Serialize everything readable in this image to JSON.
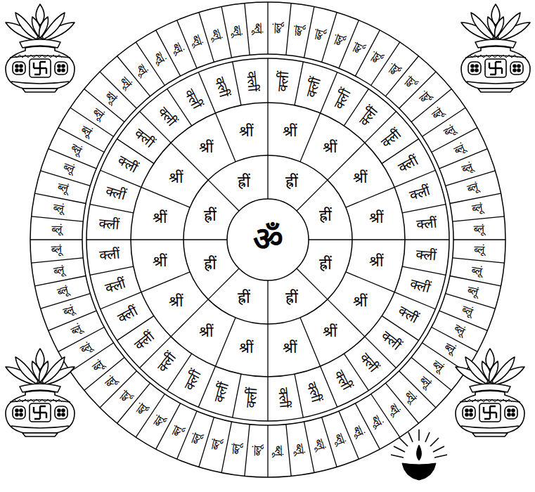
{
  "diagram": {
    "nodes": [
      {
        "text": [
          "ॐ"
        ]
      },
      {
        "text": [
          "ह्रीं"
        ]
      },
      {
        "text": [
          "ह्रीं"
        ]
      },
      {
        "text": [
          "ह्रीं"
        ]
      },
      {
        "text": [
          "ह्रीं"
        ]
      },
      {
        "text": [
          "ह्रीं"
        ]
      },
      {
        "text": [
          "ह्रीं"
        ]
      },
      {
        "text": [
          "ह्रीं"
        ]
      },
      {
        "text": [
          "ह्रीं"
        ]
      },
      {
        "text": [
          "श्रीं"
        ]
      },
      {
        "text": [
          "श्रीं"
        ]
      },
      {
        "text": [
          "श्रीं"
        ]
      },
      {
        "text": [
          "श्रीं"
        ]
      },
      {
        "text": [
          "श्रीं"
        ]
      },
      {
        "text": [
          "श्रीं"
        ]
      },
      {
        "text": [
          "श्रीं"
        ]
      },
      {
        "text": [
          "श्रीं"
        ]
      },
      {
        "text": [
          "श्रीं"
        ]
      },
      {
        "text": [
          "श्रीं"
        ]
      },
      {
        "text": [
          "श्रीं"
        ]
      },
      {
        "text": [
          "श्रीं"
        ]
      },
      {
        "text": [
          "श्रीं"
        ]
      },
      {
        "text": [
          "श्रीं"
        ]
      },
      {
        "text": [
          "श्रीं"
        ]
      },
      {
        "text": [
          "श्रीं"
        ]
      },
      {
        "text": [
          "क्लीं"
        ]
      },
      {
        "text": [
          "क्लीं"
        ]
      },
      {
        "text": [
          "क्लीं"
        ]
      },
      {
        "text": [
          "क्लीं"
        ]
      },
      {
        "text": [
          "क्लीं"
        ]
      },
      {
        "text": [
          "क्लीं"
        ]
      },
      {
        "text": [
          "क्लीं"
        ]
      },
      {
        "text": [
          "क्लीं"
        ]
      },
      {
        "text": [
          "क्लीं"
        ]
      },
      {
        "text": [
          "क्लीं"
        ]
      },
      {
        "text": [
          "क्लीं"
        ]
      },
      {
        "text": [
          "क्लीं"
        ]
      },
      {
        "text": [
          "क्लीं"
        ]
      },
      {
        "text": [
          "क्लीं"
        ]
      },
      {
        "text": [
          "क्लीं"
        ]
      },
      {
        "text": [
          "क्लीं"
        ]
      },
      {
        "text": [
          "क्लीं"
        ]
      },
      {
        "text": [
          "क्लीं"
        ]
      },
      {
        "text": [
          "क्लीं"
        ]
      },
      {
        "text": [
          "क्लीं"
        ]
      },
      {
        "text": [
          "क्लीं"
        ]
      },
      {
        "text": [
          "क्लीं"
        ]
      },
      {
        "text": [
          "क्लीं"
        ]
      },
      {
        "text": [
          "क्लीं"
        ]
      },
      {
        "text": [
          "क्लीं"
        ]
      },
      {
        "text": [
          "क्लीं"
        ]
      },
      {
        "text": [
          "क्लीं"
        ]
      },
      {
        "text": [
          "क्लीं"
        ]
      },
      {
        "text": [
          "क्लीं"
        ]
      },
      {
        "text": [
          "क्लीं"
        ]
      },
      {
        "text": [
          "क्लीं"
        ]
      },
      {
        "text": [
          "क्लीं"
        ]
      },
      {
        "text": [
          "ब्लूं"
        ]
      },
      {
        "text": [
          "ब्लूं"
        ]
      },
      {
        "text": [
          "ब्लूं"
        ]
      },
      {
        "text": [
          "ब्लूं"
        ]
      },
      {
        "text": [
          "ब्लूं"
        ]
      },
      {
        "text": [
          "ब्लूं"
        ]
      },
      {
        "text": [
          "ब्लूं"
        ]
      },
      {
        "text": [
          "ब्लूं"
        ]
      },
      {
        "text": [
          "ब्लूं"
        ]
      },
      {
        "text": [
          "ब्लूं"
        ]
      },
      {
        "text": [
          "ब्लूं"
        ]
      },
      {
        "text": [
          "ब्लूं"
        ]
      },
      {
        "text": [
          "ब्लूं"
        ]
      },
      {
        "text": [
          "ब्लूं"
        ]
      },
      {
        "text": [
          "ब्लूं"
        ]
      },
      {
        "text": [
          "ब्लूं"
        ]
      },
      {
        "text": [
          "ब्लूं"
        ]
      },
      {
        "text": [
          "ब्लूं"
        ]
      },
      {
        "text": [
          "ब्लूं"
        ]
      },
      {
        "text": [
          "ब्लूं"
        ]
      },
      {
        "text": [
          "ब्लूं"
        ]
      },
      {
        "text": [
          "ब्लूं"
        ]
      },
      {
        "text": [
          "ब्लूं"
        ]
      },
      {
        "text": [
          "ब्लूं"
        ]
      },
      {
        "text": [
          "ब्लूं"
        ]
      },
      {
        "text": [
          "ब्लूं"
        ]
      },
      {
        "text": [
          "ब्लूं"
        ]
      },
      {
        "text": [
          "ब्लूं"
        ]
      },
      {
        "text": [
          "ब्लूं"
        ]
      },
      {
        "text": [
          "ब्लूं"
        ]
      },
      {
        "text": [
          "ब्लूं"
        ]
      },
      {
        "text": [
          "ब्लूं"
        ]
      },
      {
        "text": [
          "ब्लूं"
        ]
      },
      {
        "text": [
          "ब्लूं"
        ]
      },
      {
        "text": [
          "ब्लूं"
        ]
      },
      {
        "text": [
          "ब्लूं"
        ]
      },
      {
        "text": [
          "ब्लूं"
        ]
      },
      {
        "text": [
          "ब्लूं"
        ]
      },
      {
        "text": [
          "ब्लूं"
        ]
      },
      {
        "text": [
          "ब्लूं"
        ]
      },
      {
        "text": [
          "ब्लूं"
        ]
      },
      {
        "text": [
          "ब्लूं"
        ]
      },
      {
        "text": [
          "ब्लूं"
        ]
      },
      {
        "text": [
          "ब्लूं"
        ]
      },
      {
        "text": [
          "ब्लूं"
        ]
      },
      {
        "text": [
          "ब्लूं"
        ]
      },
      {
        "text": [
          "ब्लूं"
        ]
      },
      {
        "text": [
          "ब्लूं"
        ]
      },
      {
        "text": [
          "ब्लूं"
        ]
      },
      {
        "text": [
          "ब्लूं"
        ]
      },
      {
        "text": [
          "ब्लूं"
        ]
      },
      {
        "text": [
          "ब्लूं"
        ]
      },
      {
        "text": [
          "ब्लूं"
        ]
      },
      {
        "text": [
          "ब्लूं"
        ]
      },
      {
        "text": [
          "ब्लूं"
        ]
      },
      {
        "text": [
          "ब्लूं"
        ]
      },
      {
        "text": [
          "ब्लूं"
        ]
      },
      {
        "text": [
          "ब्लूं"
        ]
      },
      {
        "text": [
          "ब्लूं"
        ]
      },
      {
        "text": [
          "ब्लूं"
        ]
      },
      {
        "text": [
          "ब्लूं"
        ]
      },
      {
        "text": [
          "ब्लूं"
        ]
      },
      {
        "text": [
          "ब्लूं"
        ]
      },
      {
        "text": [
          "ब्लूं"
        ]
      }
    ]
  }
}
